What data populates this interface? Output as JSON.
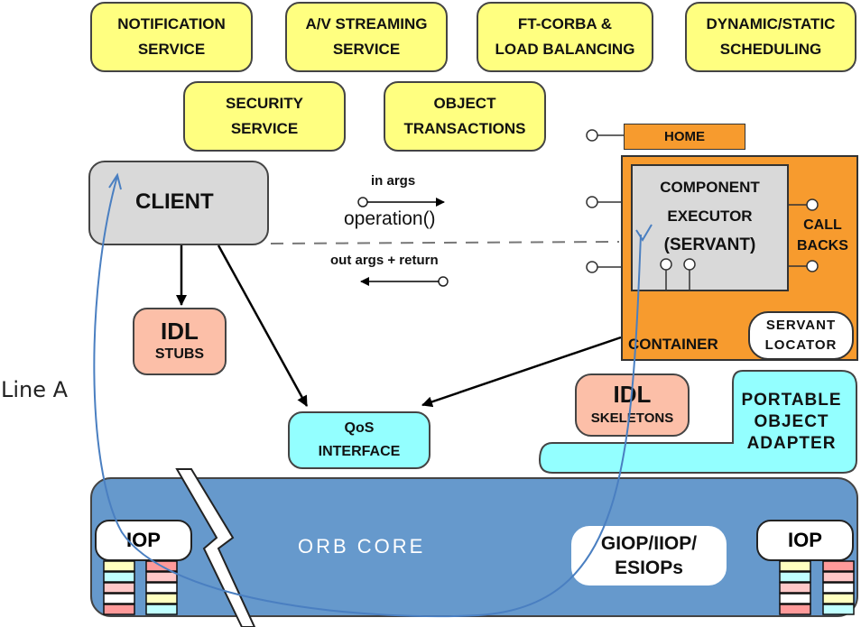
{
  "diagram": {
    "title": "CORBA Component Model architecture",
    "services": [
      {
        "line1": "NOTIFICATION",
        "line2": "SERVICE"
      },
      {
        "line1": "A/V  STREAMING",
        "line2": "SERVICE"
      },
      {
        "line1": "FT-CORBA &",
        "line2": "LOAD BALANCING"
      },
      {
        "line1": "DYNAMIC/STATIC",
        "line2": "SCHEDULING"
      },
      {
        "line1": "SECURITY",
        "line2": "SERVICE"
      },
      {
        "line1": "OBJECT",
        "line2": "TRANSACTIONS"
      }
    ],
    "client": "CLIENT",
    "in_args": "in args",
    "operation": "operation()",
    "out_args": "out args + return",
    "idl_stubs": {
      "line1": "IDL",
      "line2": "STUBS"
    },
    "qos": {
      "line1": "QoS",
      "line2": "INTERFACE"
    },
    "home": "HOME",
    "component_executor": {
      "line1": "COMPONENT",
      "line2": "EXECUTOR",
      "line3": "(SERVANT)"
    },
    "callbacks": {
      "line1": "CALL",
      "line2": "BACKS"
    },
    "container": "CONTAINER",
    "servant_locator": {
      "line1": "SERVANT",
      "line2": "LOCATOR"
    },
    "idl_skeletons": {
      "line1": "IDL",
      "line2": "SKELETONS"
    },
    "poa": {
      "line1": "PORTABLE",
      "line2": "OBJECT",
      "line3": "ADAPTER"
    },
    "orb_core": "ORB  CORE",
    "giop": {
      "line1": "GIOP/IIOP/",
      "line2": "ESIOPs"
    },
    "iop_left": "IOP",
    "iop_right": "IOP",
    "line_annotation": "Line A",
    "colors": {
      "service": "#ffff80",
      "client": "#d9d9d9",
      "idl": "#fcbfa8",
      "qos": "#93ffff",
      "container": "#f79b2e",
      "orb": "#6699cc",
      "line_a": "#4a7fc1"
    }
  }
}
